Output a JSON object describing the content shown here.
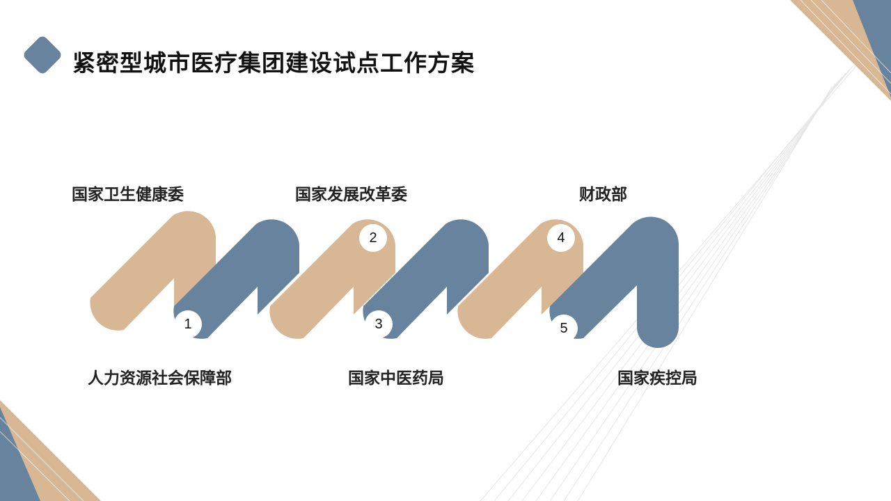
{
  "title": "紧密型城市医疗集团建设试点工作方案",
  "colors": {
    "tan": "#d8b894",
    "blue": "#68839e"
  },
  "steps": [
    {
      "num": "1",
      "label": "人力资源社会保障部"
    },
    {
      "num": "2",
      "label": "国家发展改革委"
    },
    {
      "num": "3",
      "label": "国家中医药局"
    },
    {
      "num": "4",
      "label": "财政部"
    },
    {
      "num": "5",
      "label": "国家疾控局"
    }
  ],
  "top_labels": [
    "国家卫生健康委",
    "国家发展改革委",
    "财政部"
  ],
  "bottom_labels": [
    "人力资源社会保障部",
    "国家中医药局",
    "国家疾控局"
  ]
}
